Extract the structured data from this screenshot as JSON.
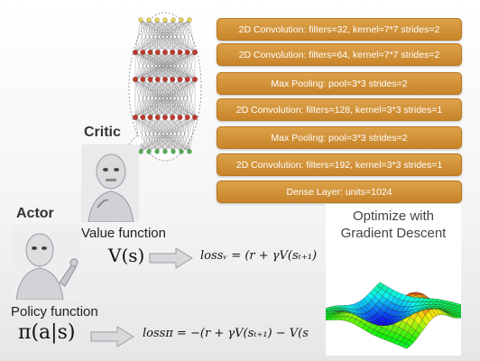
{
  "layers": [
    "2D Convolution: filters=32, kernel=7*7 strides=2",
    "2D Convolution: filters=64, kernel=7*7 strides=2",
    "Max Pooling:  pool=3*3 strides=2",
    "2D Convolution: filters=128, kernel=3*3 strides=1",
    "Max Pooling:  pool=3*3 strides=2",
    "2D Convolution: filters=192, kernel=3*3 strides=1",
    "Dense Layer: units=1024"
  ],
  "critic": {
    "label": "Critic",
    "caption": "Value function",
    "symbol": "V(s)",
    "loss": "lossᵥ = (r + γV(sₜ₊₁)"
  },
  "actor": {
    "label": "Actor",
    "caption": "Policy function",
    "symbol": "π(a|s)",
    "loss": "lossπ = −(r + γV(sₜ₊₁) − V(s"
  },
  "optimizer": {
    "title_line1": "Optimize with",
    "title_line2": "Gradient Descent"
  },
  "colors": {
    "layer_fill": "#d4953d",
    "network_node_red": "#c0392b",
    "network_node_green": "#4caf50",
    "network_node_yellow": "#e8d44d"
  }
}
